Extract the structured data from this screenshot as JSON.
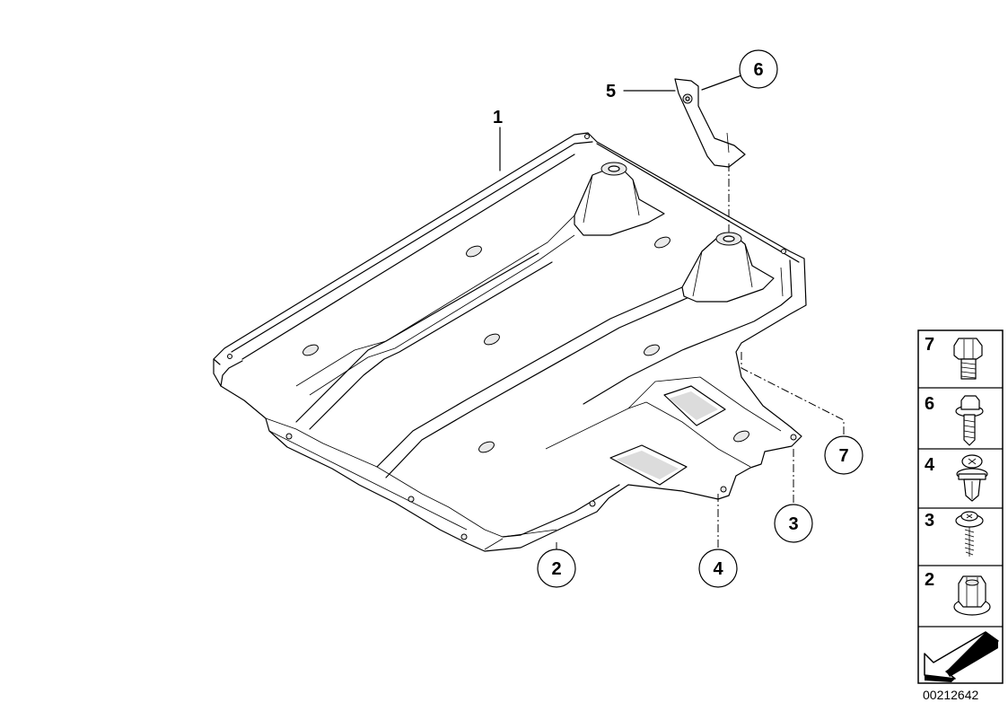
{
  "callouts": {
    "c1": "1",
    "c2": "2",
    "c3": "3",
    "c4": "4",
    "c5": "5",
    "c6": "6",
    "c7": "7"
  },
  "legend": {
    "items": [
      {
        "number": "7",
        "icon": "hex-bolt-icon"
      },
      {
        "number": "6",
        "icon": "collar-screw-icon"
      },
      {
        "number": "4",
        "icon": "expanding-rivet-icon"
      },
      {
        "number": "3",
        "icon": "washer-screw-icon"
      },
      {
        "number": "2",
        "icon": "collar-nut-icon"
      }
    ],
    "direction_icon": "arrow-direction-icon"
  },
  "diagram_number": "00212642"
}
